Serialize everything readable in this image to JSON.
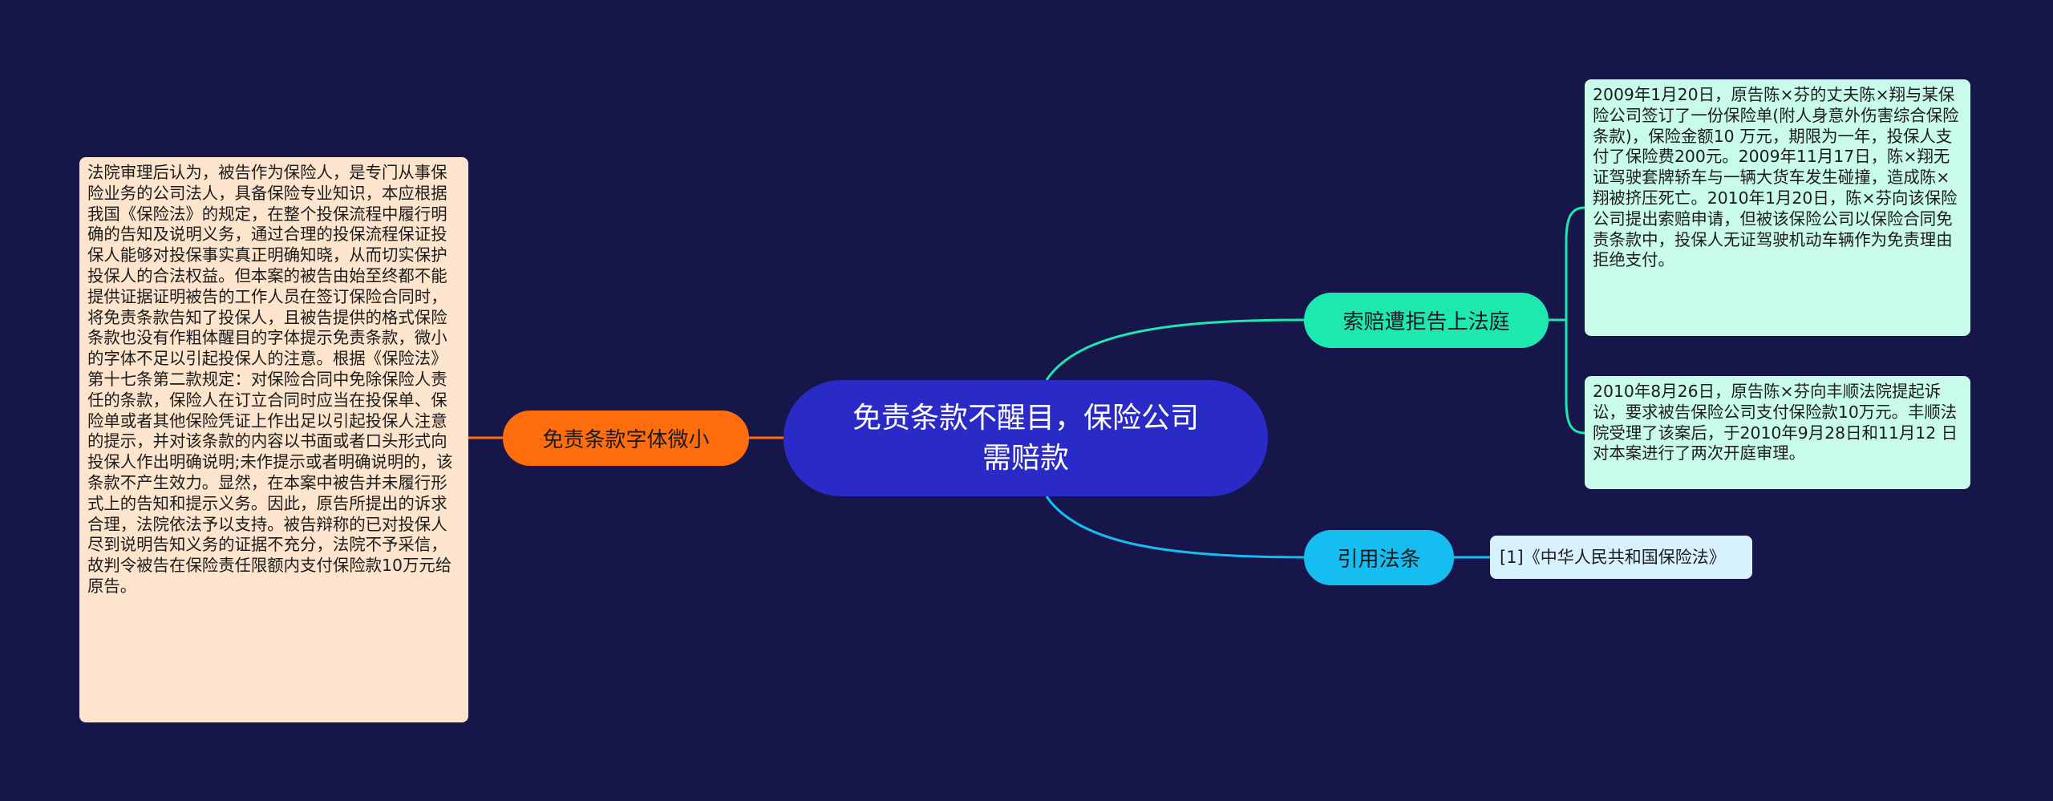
{
  "root": {
    "title": "免责条款不醒目，保险公司需赔款"
  },
  "branches": {
    "left": {
      "label": "免责条款字体微小",
      "note": "法院审理后认为，被告作为保险人，是专门从事保险业务的公司法人，具备保险专业知识，本应根据我国《保险法》的规定，在整个投保流程中履行明确的告知及说明义务，通过合理的投保流程保证投保人能够对投保事实真正明确知晓，从而切实保护投保人的合法权益。但本案的被告由始至终都不能提供证据证明被告的工作人员在签订保险合同时，将免责条款告知了投保人，且被告提供的格式保险条款也没有作粗体醒目的字体提示免责条款，微小的字体不足以引起投保人的注意。根据《保险法》第十七条第二款规定：对保险合同中免除保险人责任的条款，保险人在订立合同时应当在投保单、保险单或者其他保险凭证上作出足以引起投保人注意的提示，并对该条款的内容以书面或者口头形式向投保人作出明确说明;未作提示或者明确说明的，该条款不产生效力。显然，在本案中被告并未履行形式上的告知和提示义务。因此，原告所提出的诉求合理，法院依法予以支持。被告辩称的已对投保人尽到说明告知义务的证据不充分，法院不予采信，故判令被告在保险责任限额内支付保险款10万元给原告。"
    },
    "claim": {
      "label": "索赔遭拒告上法庭",
      "notes": [
        "2009年1月20日，原告陈×芬的丈夫陈×翔与某保险公司签订了一份保险单(附人身意外伤害综合保险条款)，保险金额10 万元，期限为一年，投保人支付了保险费200元。2009年11月17日，陈×翔无证驾驶套牌轿车与一辆大货车发生碰撞，造成陈×翔被挤压死亡。2010年1月20日，陈×芬向该保险公司提出索赔申请，但被该保险公司以保险合同免责条款中，投保人无证驾驶机动车辆作为免责理由拒绝支付。",
        "2010年8月26日，原告陈×芬向丰顺法院提起诉讼，要求被告保险公司支付保险款10万元。丰顺法院受理了该案后，于2010年9月28日和11月12 日对本案进行了两次开庭审理。"
      ]
    },
    "law": {
      "label": "引用法条",
      "note": "[1]《中华人民共和国保险法》"
    }
  },
  "colors": {
    "background": "#16164a",
    "root": "#2a2bc7",
    "left_branch": "#ff6d0c",
    "claim_branch": "#1de8b0",
    "law_branch": "#16bdf0"
  }
}
